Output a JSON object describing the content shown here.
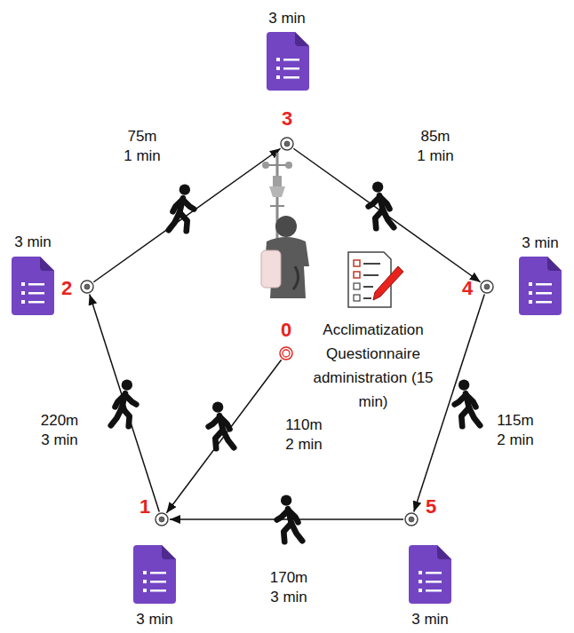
{
  "diagram": {
    "nodes": [
      {
        "text": [
          "0",
          "Acclimatization Questionnaire administration (15 min)"
        ]
      },
      {
        "text": [
          "1"
        ]
      },
      {
        "text": [
          "2"
        ]
      },
      {
        "text": [
          "3"
        ]
      },
      {
        "text": [
          "4"
        ]
      },
      {
        "text": [
          "5"
        ]
      }
    ],
    "edges": [
      {
        "from": 0,
        "to": 1,
        "label": "110m 2 min",
        "arrow": "to"
      },
      {
        "from": 1,
        "to": 2,
        "label": "220m 3 min",
        "arrow": "to"
      },
      {
        "from": 2,
        "to": 3,
        "label": "75m 1 min",
        "arrow": "to"
      },
      {
        "from": 3,
        "to": 4,
        "label": "85m 1 min",
        "arrow": "to"
      },
      {
        "from": 4,
        "to": 5,
        "label": "115m 2 min",
        "arrow": "to"
      },
      {
        "from": 5,
        "to": 1,
        "label": "170m 3 min",
        "arrow": "to"
      }
    ],
    "labels": [
      "3 min",
      "3 min",
      "3 min",
      "3 min",
      "3 min"
    ]
  }
}
